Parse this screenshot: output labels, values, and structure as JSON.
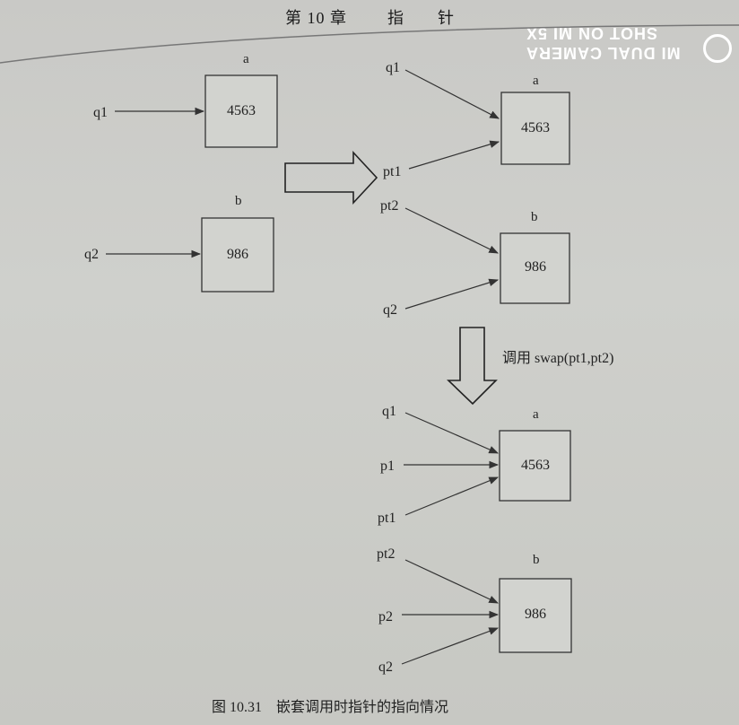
{
  "header": {
    "chapter": "第 10 章",
    "title_a": "指",
    "title_b": "针"
  },
  "watermark": {
    "line1": "MI DUAL CAMERA",
    "line2": "SHOT ON MI 5X"
  },
  "caption": "图 10.31　嵌套调用时指针的指向情况",
  "stage1": {
    "box_a": {
      "label": "a",
      "value": "4563"
    },
    "box_b": {
      "label": "b",
      "value": "986"
    },
    "ptr_a": "q1",
    "ptr_b": "q2"
  },
  "stage2": {
    "box_a": {
      "label": "a",
      "value": "4563"
    },
    "box_b": {
      "label": "b",
      "value": "986"
    },
    "ptrs_a": [
      "q1",
      "pt1"
    ],
    "ptrs_b": [
      "pt2",
      "q2"
    ]
  },
  "transition_label": "调用 swap(pt1,pt2)",
  "stage3": {
    "box_a": {
      "label": "a",
      "value": "4563"
    },
    "box_b": {
      "label": "b",
      "value": "986"
    },
    "ptrs_a": [
      "q1",
      "p1",
      "pt1"
    ],
    "ptrs_b": [
      "pt2",
      "p2",
      "q2"
    ]
  },
  "colors": {
    "ink": "#333333",
    "box_fill": "#d2d3cf"
  }
}
